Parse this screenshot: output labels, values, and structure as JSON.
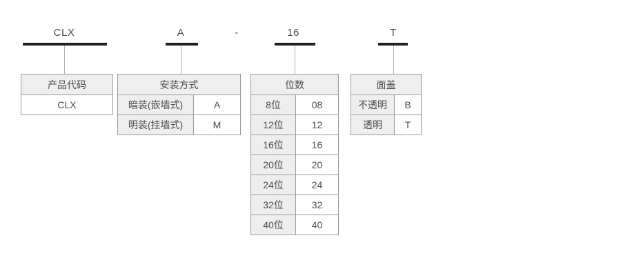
{
  "code": {
    "segments": [
      "CLX",
      "A",
      "16",
      "T"
    ],
    "separator": "-"
  },
  "table1": {
    "title": "产品代码",
    "value": "CLX"
  },
  "table2": {
    "title": "安装方式",
    "rows": [
      {
        "label": "暗装(嵌墙式)",
        "code": "A"
      },
      {
        "label": "明装(挂墙式)",
        "code": "M"
      }
    ]
  },
  "table3": {
    "title": "位数",
    "rows": [
      {
        "label": "8位",
        "code": "08"
      },
      {
        "label": "12位",
        "code": "12"
      },
      {
        "label": "16位",
        "code": "16"
      },
      {
        "label": "20位",
        "code": "20"
      },
      {
        "label": "24位",
        "code": "24"
      },
      {
        "label": "32位",
        "code": "32"
      },
      {
        "label": "40位",
        "code": "40"
      }
    ]
  },
  "table4": {
    "title": "面盖",
    "rows": [
      {
        "label": "不透明",
        "code": "B"
      },
      {
        "label": "透明",
        "code": "T"
      }
    ]
  },
  "colors": {
    "bar": "#241f1d",
    "border": "#999999",
    "header_bg": "#eeeeee",
    "text": "#4c4c4c",
    "connector": "#b3aeab"
  }
}
